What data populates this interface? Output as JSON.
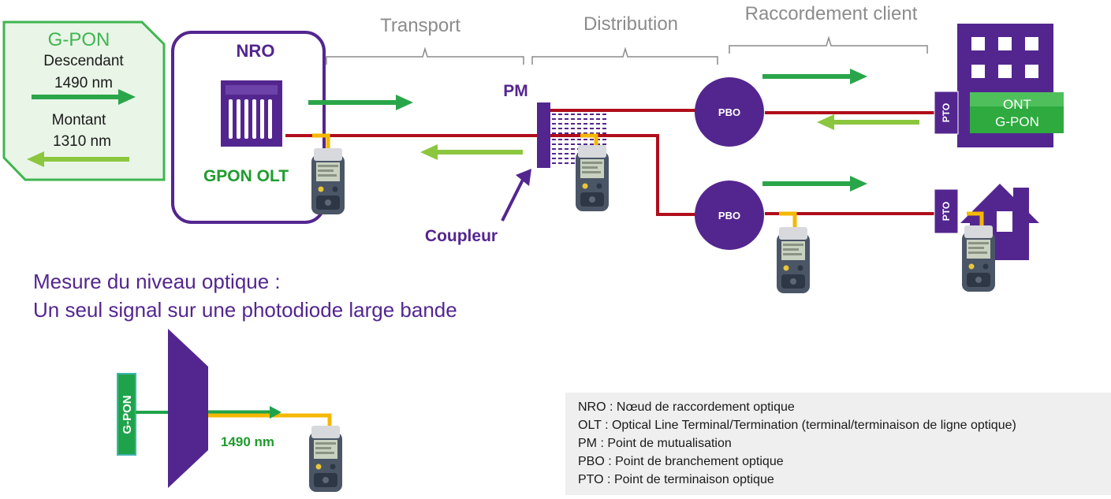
{
  "colors": {
    "purple": "#53268f",
    "green_dark": "#2aa64a",
    "green_light": "#8cc63e",
    "fiber_red": "#b00d1b",
    "bracket_gray": "#8a8a8a",
    "label_gray": "#8c8c8c",
    "cable_yellow": "#f5b800",
    "legend_bg": "#efefef"
  },
  "gpon_box": {
    "title": "G-PON",
    "down_label": "Descendant",
    "down_wavelength": "1490 nm",
    "up_label": "Montant",
    "up_wavelength": "1310 nm"
  },
  "nro": {
    "title": "NRO",
    "olt_label": "GPON OLT"
  },
  "segments": {
    "transport": "Transport",
    "distribution": "Distribution",
    "raccordement": "Raccordement client"
  },
  "pm": {
    "label": "PM",
    "coupler_label": "Coupleur"
  },
  "pbo": {
    "top": "PBO",
    "bottom": "PBO"
  },
  "pto": {
    "top": "PTO",
    "bottom": "PTO"
  },
  "ont": {
    "line1": "ONT",
    "line2": "G-PON"
  },
  "measure": {
    "line1": "Mesure du niveau optique :",
    "line2": "Un seul signal sur une photodiode large bande",
    "source_label": "G-PON",
    "wavelength": "1490 nm"
  },
  "legend": [
    "NRO : Nœud de raccordement optique",
    "OLT : Optical Line Terminal/Termination (terminal/terminaison de ligne optique)",
    "PM : Point de mutualisation",
    "PBO : Point de branchement optique",
    "PTO : Point de terminaison optique"
  ],
  "icons": {
    "olt": "olt-rack-icon",
    "meter": "optical-power-meter-icon",
    "building": "building-icon",
    "house": "house-icon"
  }
}
